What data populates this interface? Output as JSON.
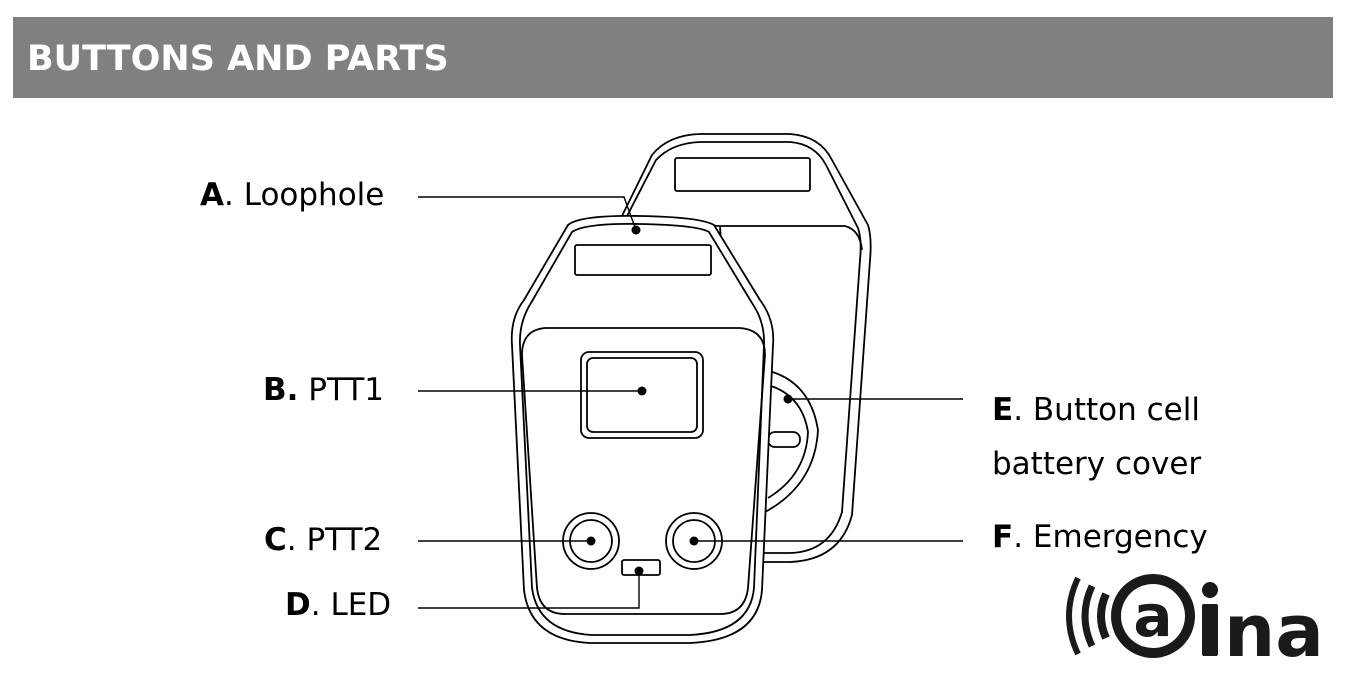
{
  "header": {
    "title": "BUTTONS AND PARTS"
  },
  "labels": {
    "a": {
      "letter": "A",
      "sep": ".",
      "text": "Loophole"
    },
    "b": {
      "letter": "B.",
      "sep": "",
      "text": "PTT1"
    },
    "c": {
      "letter": "C",
      "sep": ".",
      "text": "PTT2"
    },
    "d": {
      "letter": "D",
      "sep": ".",
      "text": "LED"
    },
    "e": {
      "letter": "E",
      "sep": ".",
      "text": "Button cell",
      "text2": "battery cover"
    },
    "f": {
      "letter": "F",
      "sep": ".",
      "text": "Emergency"
    }
  },
  "logo": {
    "text": "aina",
    "icon": "radio-waves-icon"
  },
  "colors": {
    "header_bg": "#808080",
    "header_text": "#ffffff",
    "ink": "#000000",
    "logo": "#1a1a1a"
  }
}
